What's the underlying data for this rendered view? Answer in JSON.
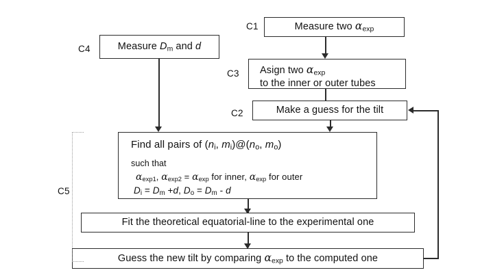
{
  "diagram": {
    "title": "Tilt determination flowchart",
    "line_color": "#2b2b2b",
    "background": "#ffffff",
    "bracket_color": "#9a9a9a"
  },
  "tags": {
    "c1": "C1",
    "c2": "C2",
    "c3": "C3",
    "c4": "C4",
    "c5": "C5"
  },
  "nodes": {
    "c1_box": {
      "text_prefix": "Measure two ",
      "symbol": "α",
      "symbol_sub": "exp"
    },
    "c4_box": {
      "text_prefix": "Measure ",
      "var1": "D",
      "var1_sub": "m",
      "text_mid": " and ",
      "var2": "d"
    },
    "c3_box": {
      "line1_prefix": "Asign two ",
      "line1_symbol": "α",
      "line1_sub": "exp",
      "line2": "to the inner or outer tubes"
    },
    "c2_box": {
      "text": "Make a guess for the tilt"
    },
    "c5_main_box": {
      "line1_a": "Find all pairs of (",
      "line1_n1": "n",
      "line1_n1_sub": "i",
      "line1_b": ", ",
      "line1_m1": "m",
      "line1_m1_sub": "i",
      "line1_c": ")@(",
      "line1_n2": "n",
      "line1_n2_sub": "o",
      "line1_d": ", ",
      "line1_m2": "m",
      "line1_m2_sub": "o",
      "line1_e": ")",
      "line2": "such that",
      "line3_a1": "α",
      "line3_a1_sub": "exp1",
      "line3_sep1": ", ",
      "line3_a2": "α",
      "line3_a2_sub": "exp2",
      "line3_eq": " = ",
      "line3_a3": "α",
      "line3_a3_sub": "exp",
      "line3_t1": " for inner, ",
      "line3_a4": "α",
      "line3_a4_sub": "exp",
      "line3_t2": " for outer",
      "line4_d1": "D",
      "line4_d1_sub": "i",
      "line4_eq1": " = ",
      "line4_dm1": "D",
      "line4_dm1_sub": "m",
      "line4_op1": " +",
      "line4_d_1": "d",
      "line4_sep": ",  ",
      "line4_d2": "D",
      "line4_d2_sub": "o",
      "line4_eq2": " = ",
      "line4_dm2": "D",
      "line4_dm2_sub": "m",
      "line4_op2": " - ",
      "line4_d_2": "d"
    },
    "fit_box": {
      "text": "Fit the theoretical equatorial-line to the experimental one"
    },
    "guess_box": {
      "text_a": "Guess the new tilt by comparing ",
      "symbol": "α",
      "symbol_sub": "exp",
      "text_b": " to the computed one"
    }
  }
}
